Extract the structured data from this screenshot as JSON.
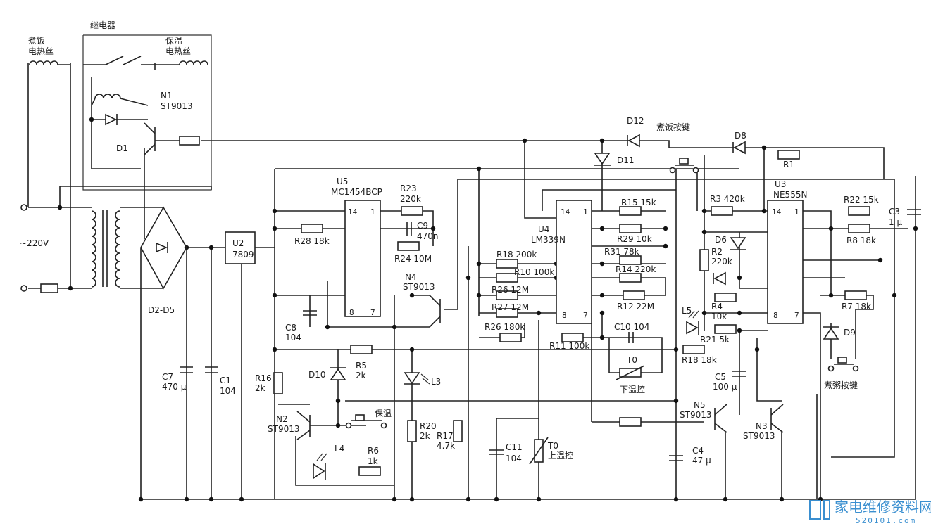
{
  "labels": {
    "relay": "继电器",
    "cook_heater": [
      "煮饭",
      "电热丝"
    ],
    "warm_heater": [
      "保温",
      "电热丝"
    ],
    "n1": [
      "N1",
      "ST9013"
    ],
    "d1": "D1",
    "ac": "~220V",
    "bridge": "D2-D5",
    "u2": [
      "U2",
      "7809"
    ],
    "c7": [
      "C7",
      "470 μ"
    ],
    "c1": [
      "C1",
      "104"
    ],
    "u5": [
      "U5",
      "MC1454BCP"
    ],
    "u5_pins": [
      "14",
      "1",
      "8",
      "7"
    ],
    "r23": [
      "R23",
      "220k"
    ],
    "c9": [
      "C9",
      "470n"
    ],
    "r24": "R24  10M",
    "r28": "R28  18k",
    "n4": [
      "N4",
      "ST9013"
    ],
    "c8": [
      "C8",
      "104"
    ],
    "d10": "D10",
    "r5": [
      "R5",
      "2k"
    ],
    "l3": "L3",
    "r16": [
      "R16",
      "2k"
    ],
    "warm_key": "保温",
    "n2": [
      "N2",
      "ST9013"
    ],
    "r20": [
      "R20",
      "2k"
    ],
    "r17": [
      "R17",
      "4.7k"
    ],
    "l4": "L4",
    "r6": [
      "R6",
      "1k"
    ],
    "d12": "D12",
    "cook_key": "煮饭按键",
    "d11": "D11",
    "u4": [
      "U4",
      "LM339N"
    ],
    "u4_pins": [
      "14",
      "1",
      "8",
      "7"
    ],
    "r15": "R15  15k",
    "r29": "R29  10k",
    "r31": "R31  78k",
    "r14": "R14  220k",
    "r12": "R12  22M",
    "r18a": "R18  200k",
    "r10": "R10  100k",
    "r26a": "R26  12M",
    "r27": "R27  12M",
    "r26b": "R26  180k",
    "r11": "R11  100k",
    "c10": "C10  104",
    "t0_low": [
      "T0",
      "下温控"
    ],
    "c11": [
      "C11",
      "104"
    ],
    "t0_high": [
      "T0",
      "上温控"
    ],
    "l5": "L5",
    "d8": "D8",
    "r1": "R1",
    "u3": [
      "U3",
      "NE555N"
    ],
    "u3_pins": [
      "14",
      "1",
      "8",
      "7"
    ],
    "r3": "R3  420k",
    "d6": "D6",
    "r2": [
      "R2",
      "220k"
    ],
    "r4": [
      "R4",
      "10k"
    ],
    "r21": "R21  5k",
    "r18b": "R18  18k",
    "c5": [
      "C5",
      "100 μ"
    ],
    "n5": [
      "N5",
      "ST9013"
    ],
    "c4": [
      "C4",
      "47 μ"
    ],
    "n3": [
      "N3",
      "ST9013"
    ],
    "r22": "R22  15k",
    "c3": [
      "C3",
      "1 μ"
    ],
    "r8": "R8  18k",
    "r7": "R7  18k",
    "d9": "D9",
    "porridge_key": "煮粥按键"
  },
  "watermark": {
    "title": "家电维修资料网",
    "url": "520101.com"
  }
}
